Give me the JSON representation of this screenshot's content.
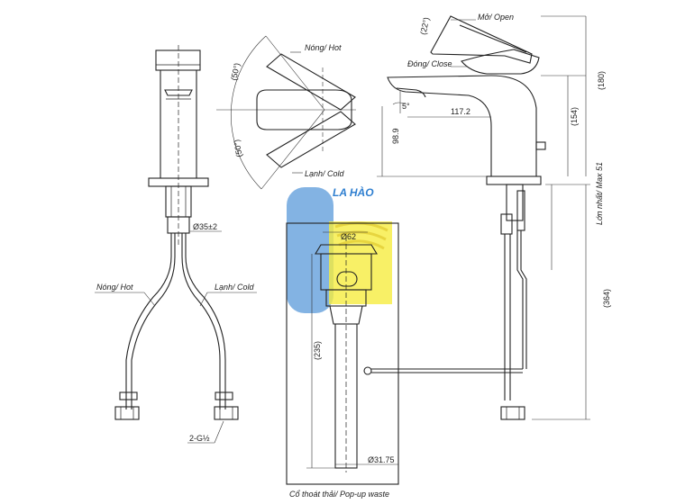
{
  "labels": {
    "open": "Mở/ Open",
    "close": "Đóng/ Close",
    "hot_top": "Nóng/ Hot",
    "cold_top": "Lạnh/ Cold",
    "hot_left": "Nóng/ Hot",
    "cold_left": "Lạnh/ Cold",
    "popup_waste": "Cổ thoát thải/ Pop-up waste",
    "max_thickness": "Lớn nhất/ Max 51"
  },
  "dimensions": {
    "angle_open": "(22°)",
    "angle_spout": "5°",
    "angle_top": "(50°)",
    "angle_bottom": "(50°)",
    "reach": "117.2",
    "spout_height": "98.9",
    "h154": "(154)",
    "h180": "(180)",
    "h364": "(364)",
    "h235": "(235)",
    "d35": "Ø35±2",
    "d62": "Ø62",
    "d3175": "Ø31.75",
    "thread": "2-G½"
  },
  "watermark": {
    "text": "LA HÀO"
  },
  "colors": {
    "line": "#222222",
    "logo_blue": "#2f7fd0",
    "logo_yellow": "#f3e600"
  }
}
